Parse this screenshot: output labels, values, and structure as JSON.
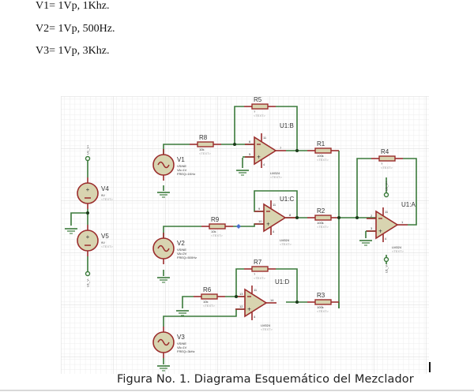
{
  "specs": [
    {
      "text": "V1= 1Vp, 1Khz."
    },
    {
      "text": "V2= 1Vp, 500Hz."
    },
    {
      "text": "V3= 1Vp, 3Khz."
    }
  ],
  "caption": "Figura No. 1. Diagrama Esquemático del Mezclador",
  "schematic": {
    "colors": {
      "wire": "#3a7a3a",
      "component": "#9b2d2d",
      "body": "#d8d4b0",
      "grid": "#ececec",
      "grid_major": "#dcdcdc"
    },
    "placeholder": "<TEXT>",
    "sources": [
      {
        "id": "V1",
        "type": "VSINE",
        "amp": "VA=1V",
        "freq": "FREQ=1KHz"
      },
      {
        "id": "V2",
        "type": "VSINE",
        "amp": "VA=2V",
        "freq": "FREQ=500Hz"
      },
      {
        "id": "V3",
        "type": "VSINE",
        "amp": "VA=1V",
        "freq": "FREQ=3kHz"
      },
      {
        "id": "V4",
        "value": "9V"
      },
      {
        "id": "V5",
        "value": "9V"
      }
    ],
    "resistors": [
      {
        "id": "R1",
        "value": "100k"
      },
      {
        "id": "R2",
        "value": "100k"
      },
      {
        "id": "R3",
        "value": "100k"
      },
      {
        "id": "R4",
        "value": "?"
      },
      {
        "id": "R5",
        "value": "?"
      },
      {
        "id": "R6",
        "value": "10k"
      },
      {
        "id": "R7",
        "value": "?"
      },
      {
        "id": "R8",
        "value": "10k"
      },
      {
        "id": "R9",
        "value": "10k"
      }
    ],
    "opamps": [
      {
        "id": "U1:A",
        "part": "LM324",
        "pins": {
          "inv": "2",
          "noninv": "3",
          "out": "1",
          "vp": "11",
          "vn": "4"
        }
      },
      {
        "id": "U1:B",
        "part": "LM324",
        "pins": {
          "inv": "6",
          "noninv": "5",
          "out": "7",
          "vp": "11",
          "vn": "4"
        }
      },
      {
        "id": "U1:C",
        "part": "LM324",
        "pins": {
          "inv": "9",
          "noninv": "10",
          "out": "8",
          "vp": "11",
          "vn": "4"
        }
      },
      {
        "id": "U1:D",
        "part": "LM324",
        "pins": {
          "inv": "13",
          "noninv": "12",
          "out": "14",
          "vp": "11",
          "vn": "4"
        }
      }
    ],
    "terminals": {
      "vplus": "U1_V+",
      "vminus": "U1_V-"
    }
  }
}
